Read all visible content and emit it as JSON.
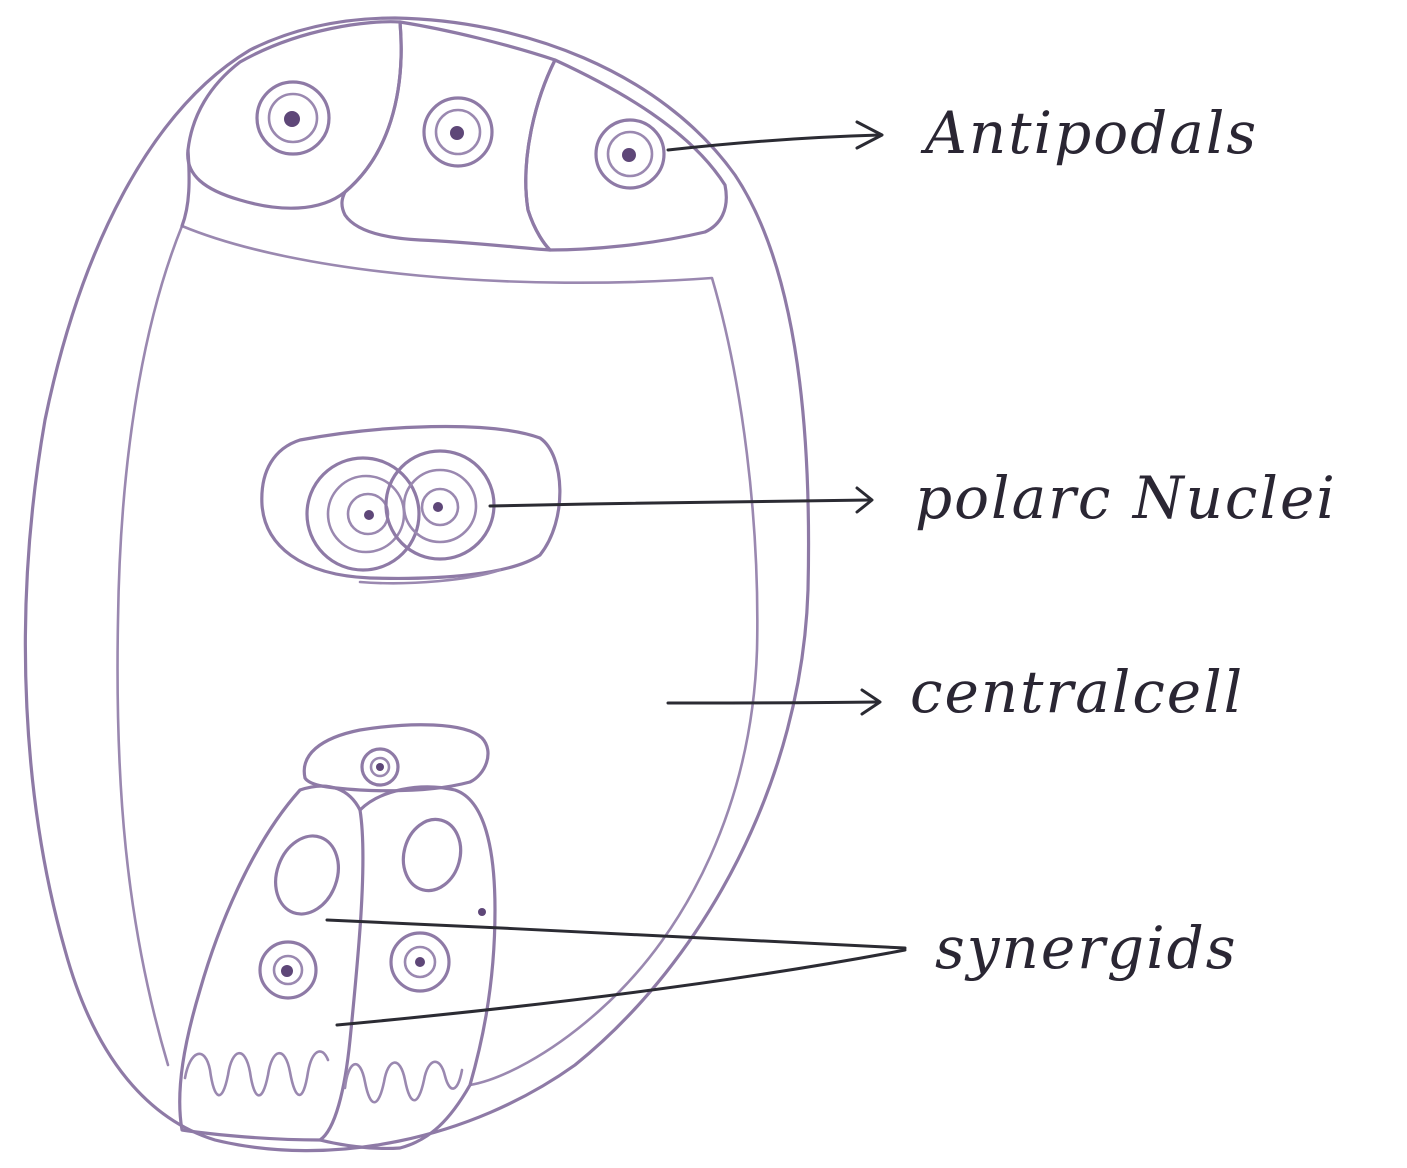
{
  "labels": {
    "antipodals": "Antipodals",
    "polar_nuclei": "polarc Nuclei",
    "central_cell": "centralcell",
    "synergids": "synergids"
  },
  "colors": {
    "paper": "#ffffff",
    "drawing_ink": "#8e7aa6",
    "label_ink": "#2a2633"
  }
}
